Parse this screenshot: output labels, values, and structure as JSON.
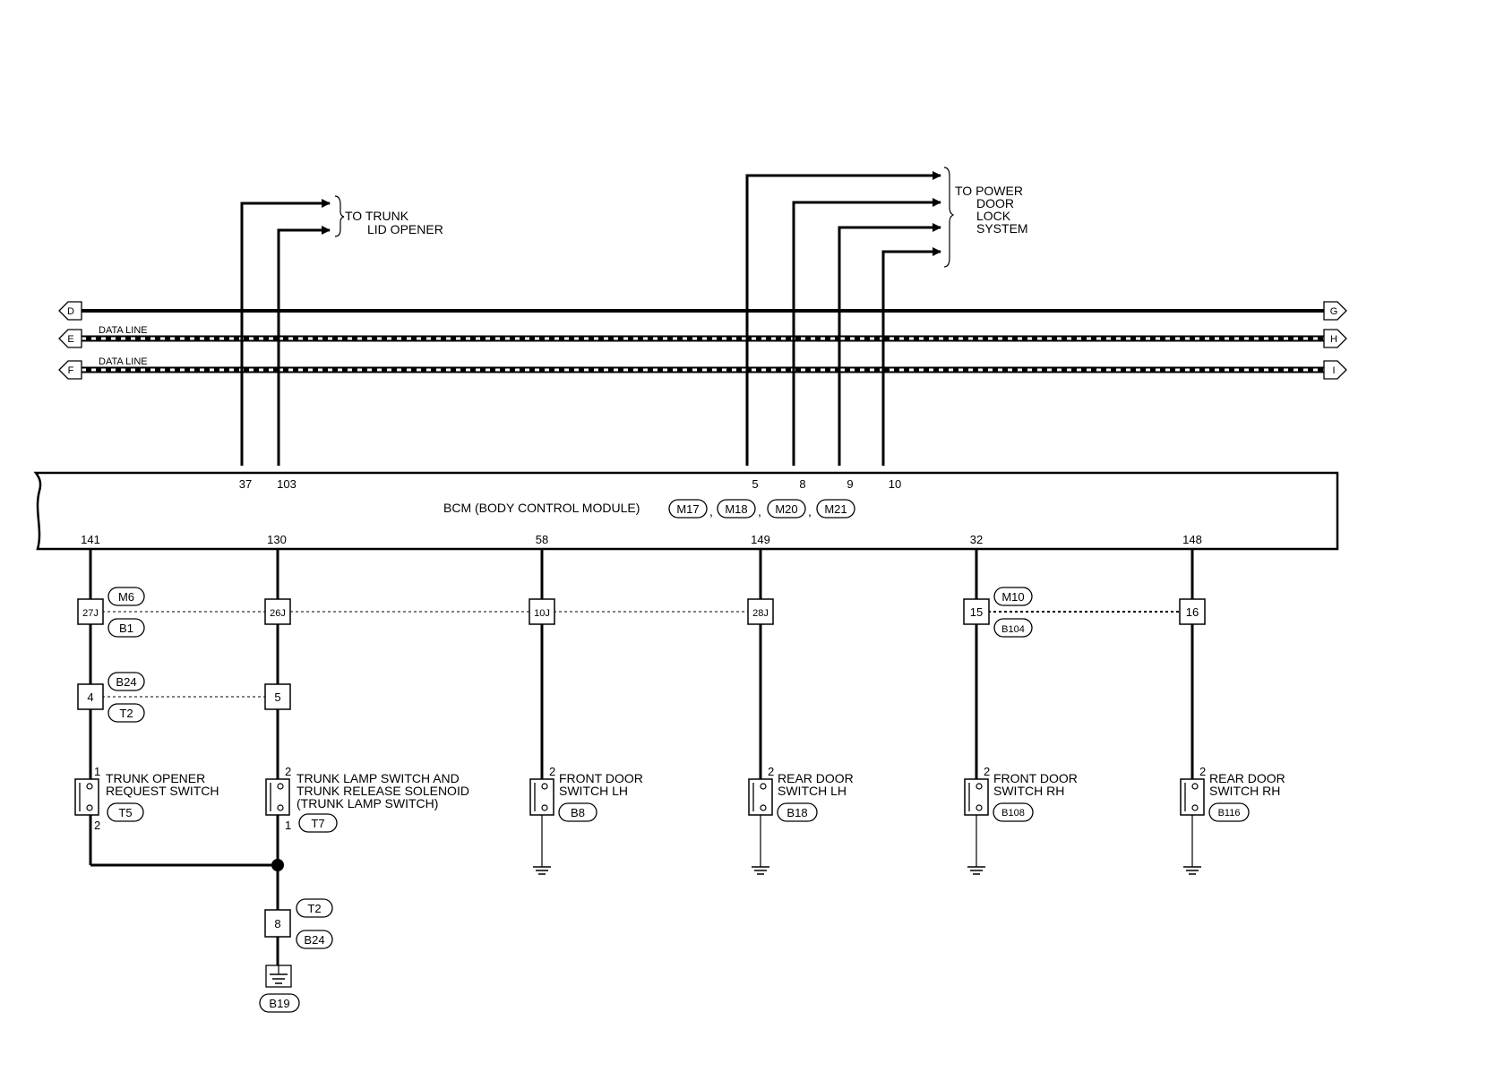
{
  "trunk_lid": {
    "line1": "TO TRUNK",
    "line2": "LID OPENER"
  },
  "power_door_lock": {
    "line1": "TO POWER",
    "line2": "DOOR",
    "line3": "LOCK",
    "line4": "SYSTEM"
  },
  "data_lines": {
    "left_terminals": [
      "D",
      "E",
      "F"
    ],
    "right_terminals": [
      "G",
      "H",
      "I"
    ],
    "label_e": "DATA LINE",
    "label_f": "DATA LINE"
  },
  "bcm": {
    "label": "BCM (BODY CONTROL MODULE)",
    "connectors": [
      "M17",
      "M18",
      "M20",
      "M21"
    ],
    "separator": ",",
    "top_pins": [
      "37",
      "103",
      "5",
      "8",
      "9",
      "10"
    ],
    "bottom_pins": [
      "141",
      "130",
      "58",
      "149",
      "32",
      "148"
    ]
  },
  "connectors": {
    "m6": "M6",
    "b1": "B1",
    "m10": "M10",
    "b104": "B104",
    "b24_upper": "B24",
    "t2_upper": "T2",
    "t2_lower": "T2",
    "b24_lower": "B24",
    "b19": "B19"
  },
  "junction_pins": {
    "p27j": "27J",
    "p26j": "26J",
    "p10j": "10J",
    "p28j": "28J",
    "p15": "15",
    "p16": "16",
    "p4": "4",
    "p5": "5",
    "p8": "8"
  },
  "switches": [
    {
      "line1": "TRUNK OPENER",
      "line2": "REQUEST SWITCH",
      "line3": "",
      "connector": "T5",
      "pin_top": "1",
      "pin_bottom": "2"
    },
    {
      "line1": "TRUNK LAMP SWITCH AND",
      "line2": "TRUNK RELEASE SOLENOID",
      "line3": "(TRUNK LAMP SWITCH)",
      "connector": "T7",
      "pin_top": "2",
      "pin_bottom": "1"
    },
    {
      "line1": "FRONT DOOR",
      "line2": "SWITCH LH",
      "line3": "",
      "connector": "B8",
      "pin_top": "2",
      "pin_bottom": ""
    },
    {
      "line1": "REAR DOOR",
      "line2": "SWITCH LH",
      "line3": "",
      "connector": "B18",
      "pin_top": "2",
      "pin_bottom": ""
    },
    {
      "line1": "FRONT DOOR",
      "line2": "SWITCH RH",
      "line3": "",
      "connector": "B108",
      "pin_top": "2",
      "pin_bottom": ""
    },
    {
      "line1": "REAR DOOR",
      "line2": "SWITCH RH",
      "line3": "",
      "connector": "B116",
      "pin_top": "2",
      "pin_bottom": ""
    }
  ]
}
